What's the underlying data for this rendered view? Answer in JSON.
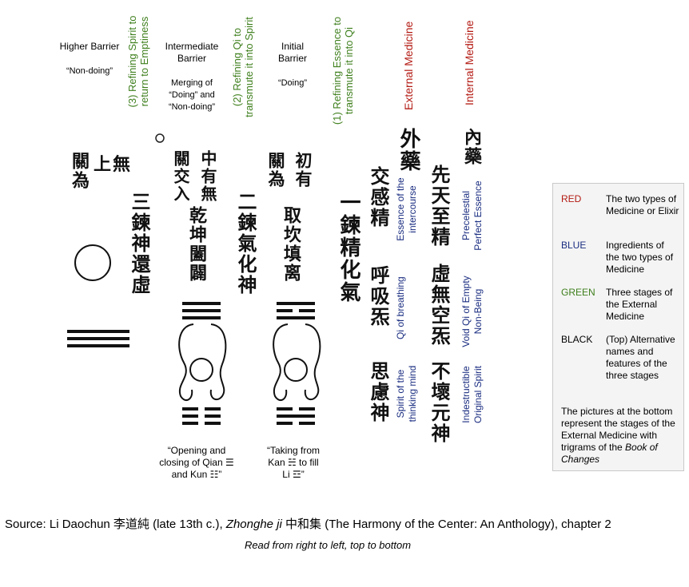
{
  "headers": {
    "higher_barrier": "Higher Barrier",
    "non_doing": "“Non-doing”",
    "intermediate_barrier": "Intermediate Barrier",
    "merging": "Merging of “Doing” and “Non-doing”",
    "initial_barrier": "Initial Barrier",
    "doing": "“Doing”"
  },
  "stages": {
    "stage3": "(3) Refining Spirit to return to Emptiness",
    "stage2": "(2) Refining Qi to transmute it into Spirit",
    "stage1": "(1) Refining Essence to transmute it into Qi"
  },
  "medicines": {
    "external": "External Medicine",
    "internal": "Internal Medicine"
  },
  "ingredients": {
    "essence_intercourse": "Essence of the intercourse",
    "precelestial": "Precelestial Perfect Essence",
    "qi_breathing": "Qi of breathing",
    "void_qi": "Void Qi of Empty Non-Being",
    "spirit_thinking": "Spirit of the thinking mind",
    "original_spirit": "Indestructible Original Spirit"
  },
  "chinese": {
    "top_higher": "上無",
    "guan_higher": "關為",
    "top_middle": "中有無",
    "guan_middle": "關交入",
    "top_initial": "初有",
    "guan_initial": "關為",
    "lian3": "三鍊神還虛",
    "qian_kun": "乾坤闔闢",
    "lian2": "二鍊氣化神",
    "kan_li": "取坎填离",
    "lian1": "一鍊精化氣",
    "wai_yao": "外藥",
    "jiao_gan_jing": "交感精",
    "huxi_qi": "呼吸炁",
    "silu_shen": "思慮神",
    "nei_yao": "內藥",
    "xiantian_jing": "先天至精",
    "xuwu_qi": "虛無空炁",
    "buhuai_shen": "不壞元神"
  },
  "captions": {
    "opening_closing": "“Opening and closing of Qian ☰ and Kun ☷”",
    "taking_kan": "“Taking from Kan ☵ to fill Li ☲”"
  },
  "legend": {
    "rows": [
      {
        "key": "RED",
        "value": "The two types of Medicine or Elixir",
        "color": "#b31a12"
      },
      {
        "key": "BLUE",
        "value": "Ingredients of the two types of Medicine",
        "color": "#1a2d80"
      },
      {
        "key": "GREEN",
        "value": "Three stages of the External Medicine",
        "color": "#3e7f1c"
      },
      {
        "key": "BLACK",
        "value": "(Top) Alternative names and features of the three stages",
        "color": "#000000"
      }
    ],
    "note_prefix": "The pictures at the bottom represent the stages of the External Medicine with trigrams of the ",
    "note_italic": "Book of Changes"
  },
  "footer": {
    "source_prefix": "Source: Li Daochun 李道純 (late 13th c.), ",
    "source_title": "Zhonghe ji",
    "source_suffix": " 中和集 (The Harmony of the Center: An Anthology), chapter 2",
    "reading_note": "Read from right to left, top to bottom"
  }
}
